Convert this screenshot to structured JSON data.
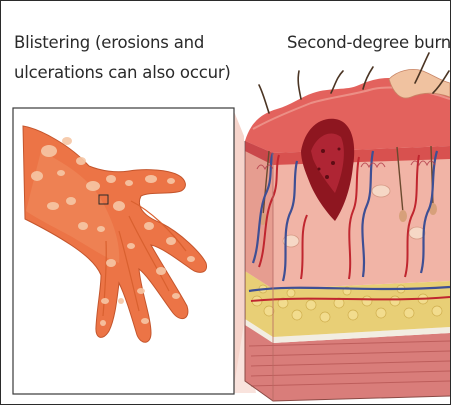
{
  "labels": {
    "blistering_line1": "Blistering (erosions and",
    "blistering_line2": "ulcerations can also occur)",
    "second_degree": "Second-degree burn"
  },
  "colors": {
    "frame_border": "#2b2b2b",
    "hand_skin": "#ec7446",
    "blister": "#f6c7a6",
    "epidermis": "#e3625d",
    "dermis": "#f1b4a6",
    "fat_layer": "#e8cf76",
    "muscle": "#d97d7a",
    "vein": "#3e4f94",
    "artery": "#c0262f",
    "burn_wound": "#8e1620"
  },
  "icons": {
    "hand": "burned-hand-illustration",
    "skin": "skin-cross-section-illustration"
  }
}
